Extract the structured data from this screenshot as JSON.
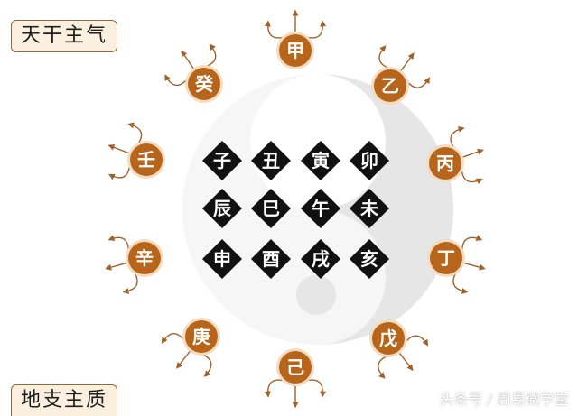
{
  "labels": {
    "top": "天干主气",
    "bottom": "地支主质"
  },
  "stems": [
    "甲",
    "乙",
    "丙",
    "丁",
    "戊",
    "己",
    "庚",
    "辛",
    "壬",
    "癸"
  ],
  "branches": [
    [
      "子",
      "丑",
      "寅",
      "卯"
    ],
    [
      "辰",
      "巳",
      "午",
      "未"
    ],
    [
      "申",
      "酉",
      "戌",
      "亥"
    ]
  ],
  "watermark": "头条号 / 周易微学堂",
  "colors": {
    "stem_circle": "#b8651c",
    "stem_ring": "#f3dcc0",
    "arrow": "#a0622a",
    "branch_diamond": "#111111",
    "taiji": "#e6e6e6",
    "label_bg": "#fbf0df"
  },
  "icons": [
    "taiji-symbol",
    "arrow-icon"
  ]
}
